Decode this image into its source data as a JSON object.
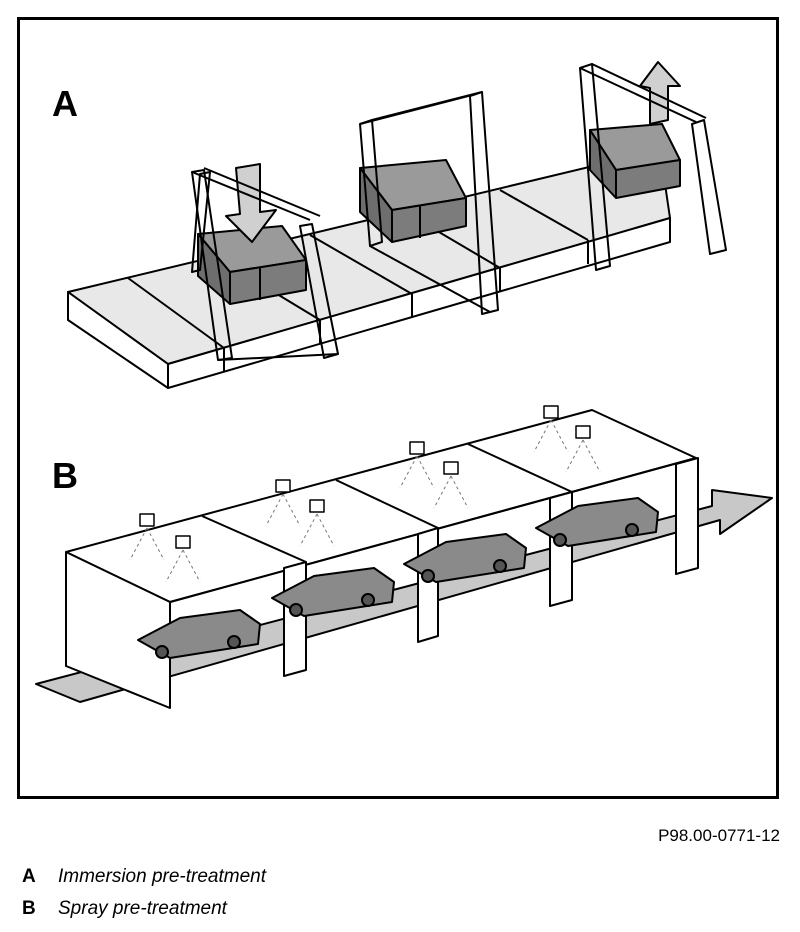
{
  "figure": {
    "panel_a_letter": "A",
    "panel_b_letter": "B",
    "reference_code": "P98.00-0771-12"
  },
  "legend": [
    {
      "key": "A",
      "text": "Immersion pre-treatment"
    },
    {
      "key": "B",
      "text": "Spray pre-treatment"
    }
  ],
  "colors": {
    "line": "#000000",
    "arrow_fill": "#c8c8c8",
    "car_fill": "#8a8a8a",
    "platform_top": "#e6e6e6"
  }
}
